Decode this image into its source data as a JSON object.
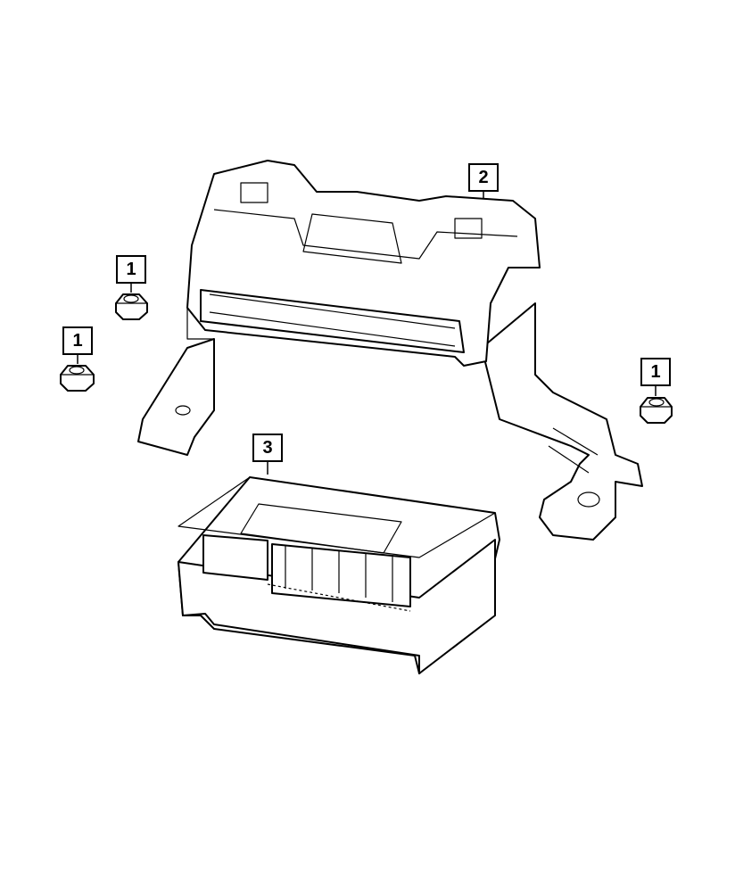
{
  "diagram": {
    "callouts": [
      {
        "id": "nut-a",
        "label": "1",
        "part": "nut"
      },
      {
        "id": "nut-b",
        "label": "1",
        "part": "nut"
      },
      {
        "id": "nut-c",
        "label": "1",
        "part": "nut"
      },
      {
        "id": "bracket",
        "label": "2",
        "part": "bracket"
      },
      {
        "id": "module",
        "label": "3",
        "part": "module"
      }
    ]
  }
}
